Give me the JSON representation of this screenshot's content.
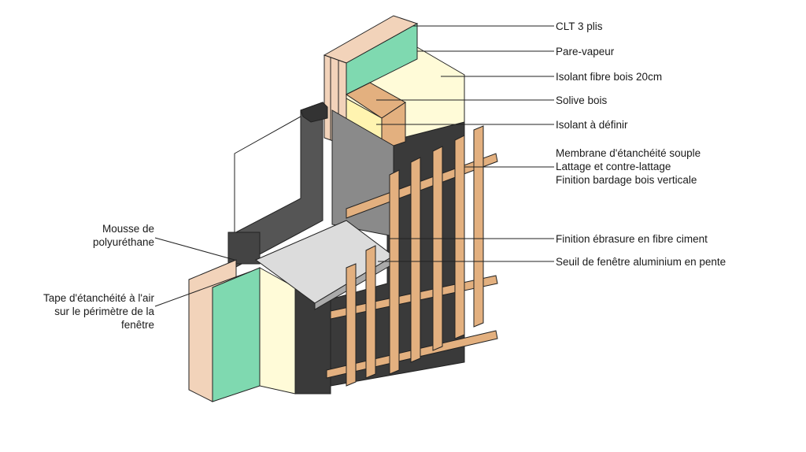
{
  "title": "Détail fenêtre – mur CLT avec bardage bois",
  "colors": {
    "wood": "#f2d3ba",
    "green_board": "#7fd9b0",
    "insulation": "#fffbd8",
    "membrane": "#3a3a3a",
    "cladding": "#e3b07f",
    "fibre_cement": "#8a8a8a",
    "sill": "#dcdcdc"
  },
  "labels_right": [
    {
      "text": "CLT 3 plis"
    },
    {
      "text": "Pare-vapeur"
    },
    {
      "text": "Isolant fibre bois 20cm"
    },
    {
      "text": "Solive bois"
    },
    {
      "text": "Isolant à définir"
    },
    {
      "lines": [
        "Membrane d'étanchéité souple",
        "Lattage et contre-lattage",
        "Finition bardage bois verticale"
      ]
    },
    {
      "text": "Finition ébrasure en fibre ciment"
    },
    {
      "text": "Seuil de fenêtre aluminium en pente"
    }
  ],
  "labels_left": [
    {
      "lines": [
        "Mousse de",
        "polyuréthane"
      ]
    },
    {
      "lines": [
        "Tape d'étanchéité à l'air",
        "sur le périmètre de la",
        "fenêtre"
      ]
    }
  ]
}
